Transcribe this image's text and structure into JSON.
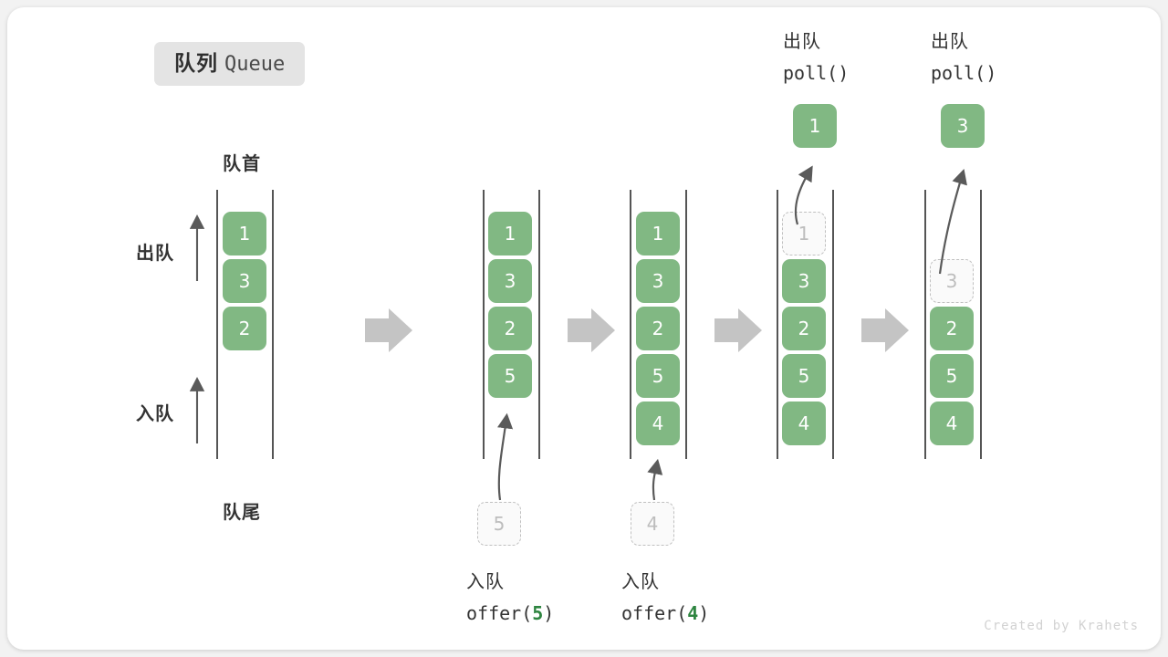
{
  "title": {
    "zh": "队列",
    "en": "Queue"
  },
  "watermark": "Created by Krahets",
  "axis_labels": {
    "head": "队首",
    "tail": "队尾",
    "dequeue": "出队",
    "enqueue": "入队"
  },
  "columns": [
    {
      "id": "initial",
      "cells": [
        {
          "value": "1",
          "state": "filled"
        },
        {
          "value": "3",
          "state": "filled"
        },
        {
          "value": "2",
          "state": "filled"
        }
      ],
      "caption_zh": "",
      "caption_code": "",
      "floating": null,
      "incoming": null
    },
    {
      "id": "offer-5",
      "cells": [
        {
          "value": "1",
          "state": "filled"
        },
        {
          "value": "3",
          "state": "filled"
        },
        {
          "value": "2",
          "state": "filled"
        },
        {
          "value": "5",
          "state": "filled"
        }
      ],
      "caption_zh": "入队",
      "caption_code": "offer(5)",
      "caption_arg": "5",
      "incoming": {
        "value": "5",
        "state": "ghost"
      },
      "floating": null
    },
    {
      "id": "offer-4",
      "cells": [
        {
          "value": "1",
          "state": "filled"
        },
        {
          "value": "3",
          "state": "filled"
        },
        {
          "value": "2",
          "state": "filled"
        },
        {
          "value": "5",
          "state": "filled"
        },
        {
          "value": "4",
          "state": "filled"
        }
      ],
      "caption_zh": "入队",
      "caption_code": "offer(4)",
      "caption_arg": "4",
      "incoming": {
        "value": "4",
        "state": "ghost"
      },
      "floating": null
    },
    {
      "id": "poll-1",
      "cells": [
        {
          "value": "1",
          "state": "ghost"
        },
        {
          "value": "3",
          "state": "filled"
        },
        {
          "value": "2",
          "state": "filled"
        },
        {
          "value": "5",
          "state": "filled"
        },
        {
          "value": "4",
          "state": "filled"
        }
      ],
      "caption_zh": "出队",
      "caption_code": "poll()",
      "floating": {
        "value": "1",
        "state": "filled"
      },
      "incoming": null
    },
    {
      "id": "poll-3",
      "cells": [
        {
          "value": "3",
          "state": "ghost"
        },
        {
          "value": "2",
          "state": "filled"
        },
        {
          "value": "5",
          "state": "filled"
        },
        {
          "value": "4",
          "state": "filled"
        }
      ],
      "caption_zh": "出队",
      "caption_code": "poll()",
      "floating": {
        "value": "3",
        "state": "filled"
      },
      "incoming": null
    }
  ],
  "colors": {
    "element_fill": "#81b883",
    "ghost_border": "#c0c0c0",
    "rail": "#555555",
    "step_arrow": "#c4c4c4",
    "thin_arrow": "#5a5a5a",
    "accent_code": "#2e8540"
  }
}
